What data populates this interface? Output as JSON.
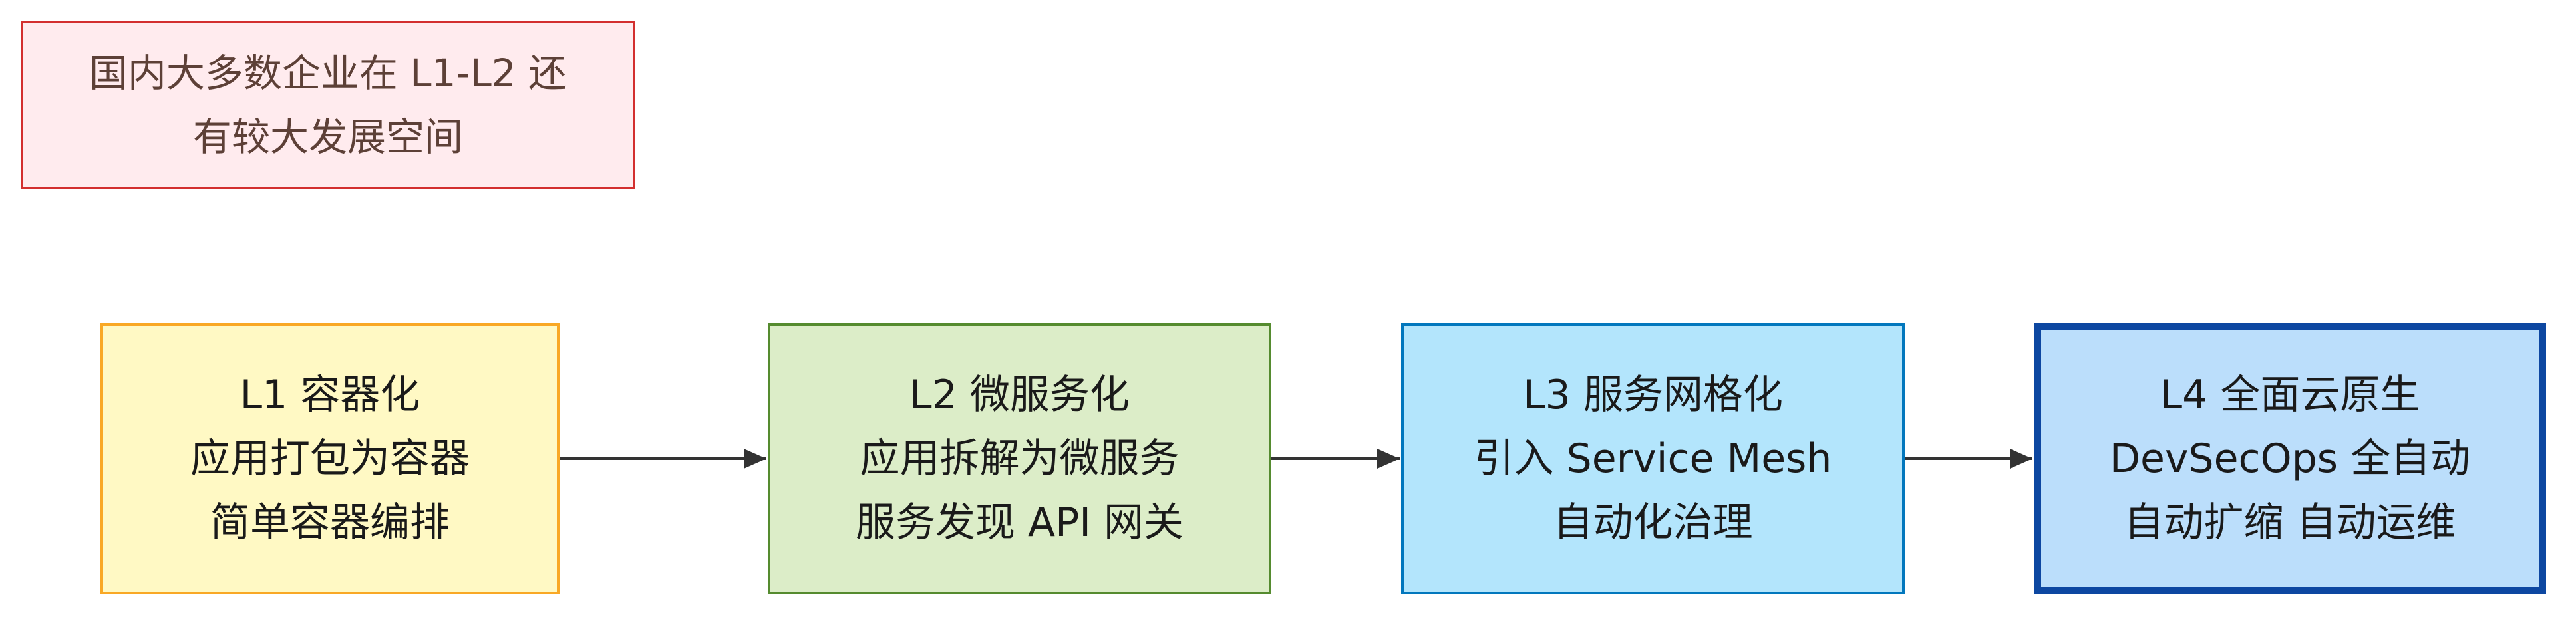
{
  "note": {
    "lines": [
      "国内大多数企业在 L1-L2 还",
      "有较大发展空间"
    ]
  },
  "nodes": [
    {
      "id": "l1",
      "lines": [
        "L1 容器化",
        "应用打包为容器",
        "简单容器编排"
      ]
    },
    {
      "id": "l2",
      "lines": [
        "L2 微服务化",
        "应用拆解为微服务",
        "服务发现 API 网关"
      ]
    },
    {
      "id": "l3",
      "lines": [
        "L3 服务网格化",
        "引入 Service Mesh",
        "自动化治理"
      ]
    },
    {
      "id": "l4",
      "lines": [
        "L4 全面云原生",
        "DevSecOps 全自动",
        "自动扩缩 自动运维"
      ]
    }
  ],
  "colors": {
    "note_fill": "#ffebee",
    "note_border": "#d32f2f",
    "note_text": "#5d4037",
    "l1_fill": "#fff9c4",
    "l1_border": "#f9a825",
    "l2_fill": "#dcedc8",
    "l2_border": "#558b2f",
    "l3_fill": "#b3e5fc",
    "l3_border": "#0277bd",
    "l4_fill": "#bbdefb",
    "l4_border": "#0d47a1",
    "edge": "#333333"
  }
}
